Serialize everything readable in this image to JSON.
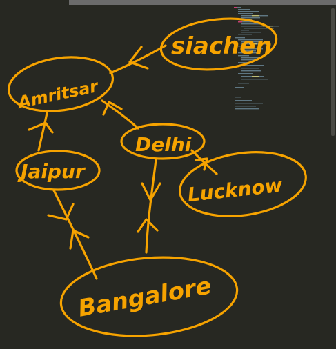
{
  "canvas": {
    "ink_color": "#f6a300",
    "background": "#272822",
    "tab_strip_color": "#6b6b6b"
  },
  "nodes": {
    "siachen": "siachen",
    "amritsar": "Amritsar",
    "delhi": "Delhi",
    "jaipur": "Jaipur",
    "lucknow": "Lucknow",
    "bangalore": "Bangalore"
  }
}
